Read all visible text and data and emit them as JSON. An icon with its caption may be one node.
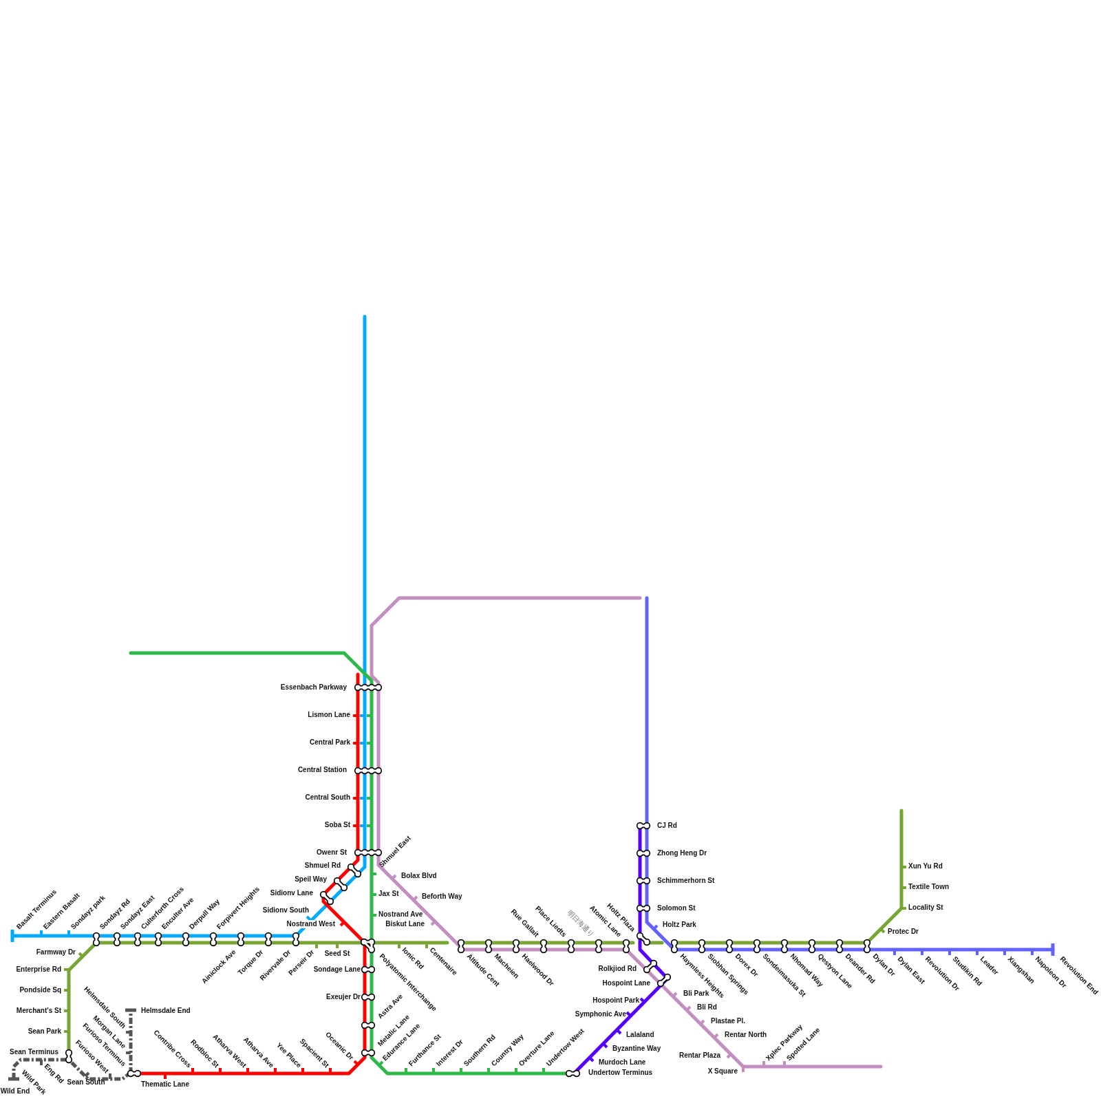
{
  "diagram": {
    "labels": [
      "Essenbach Parkway",
      "Lismon Lane",
      "Central Park",
      "Central Station",
      "Central South",
      "Soba St",
      "CJ Rd",
      "Owenr St",
      "Zhong Heng Dr",
      "Shmuel Rd",
      "Shmuel East",
      "Xun Yu Rd",
      "Bolax Blvd",
      "Speil Way",
      "Schimmerhorn St",
      "Textile Town",
      "Sidionv Lane",
      "Jax St",
      "Beforth Way",
      "Sidionv South",
      "Nostrand Ave",
      "Solomon St",
      "Locality St",
      "Nostrand West",
      "Biskut Lane",
      "Holtz Park",
      "Protec Dr",
      "Basalt Terminus",
      "Eastern Basalt",
      "Sondayz park",
      "Sondayz Rd",
      "Sondayz East",
      "Culterforth Cross",
      "Enculter Ave",
      "Derpull Way",
      "Forpivert Heights",
      "Rue Gallait",
      "Place Liedts",
      "明日海通り",
      "Atomic Lane",
      "Holtz Plaza",
      "Farmway Dr",
      "Ainiclock Ave",
      "Torque Dr",
      "Rivervale Dr",
      "Perseir Dr",
      "Seed St",
      "Polyatomic Interchange",
      "Ionic Rd",
      "Centenaire",
      "Altitude Cent",
      "Macheien",
      "Haelwood Dr",
      "Haymless Heights",
      "Siobhan Springs",
      "Dorex Dr",
      "Sondeimasuka St",
      "Nhomad Way",
      "Qestyon Lane",
      "Deander Rd",
      "Dylan Dr",
      "Dylan East",
      "Revolution Dr",
      "Studikin Rd",
      "Leader",
      "Xiangshan",
      "Napoleon Dr",
      "Revolution End",
      "Enterprise Rd",
      "Sondage Lane",
      "Rolkjiod Rd",
      "Hospoint Lane",
      "Pondside Sq",
      "Bli Park",
      "Exeujer Dr",
      "Hospoint Park",
      "Helmsdale South",
      "Bli Rd",
      "Merchant's St",
      "Helmsdale End",
      "Symphonic Ave",
      "Astra Ave",
      "Plastae Pl.",
      "Sean Park",
      "Lalaland",
      "Rentar North",
      "Sean Terminus",
      "Morgan Lane",
      "Metalic Lane",
      "Contribe Cross",
      "Rodbloc St",
      "Atharva West",
      "Atharva Ave",
      "Yee Place",
      "Spacient St",
      "Oceanic Dr",
      "Byzantine Way",
      "Rentar Plaza",
      "Edurance Lane",
      "Furthance St",
      "Interest Dr",
      "Southern Rd",
      "Country Way",
      "Overture Lane",
      "Undertow West",
      "Xplec Parkway",
      "Spotted Lane",
      "Murdoch Lane",
      "Furioso Terminus",
      "Eng Rd",
      "Wild Park",
      "Furioso West",
      "Undertow Terminus",
      "X Square",
      "Sean South",
      "Thematic Lane",
      "Wild End"
    ]
  }
}
